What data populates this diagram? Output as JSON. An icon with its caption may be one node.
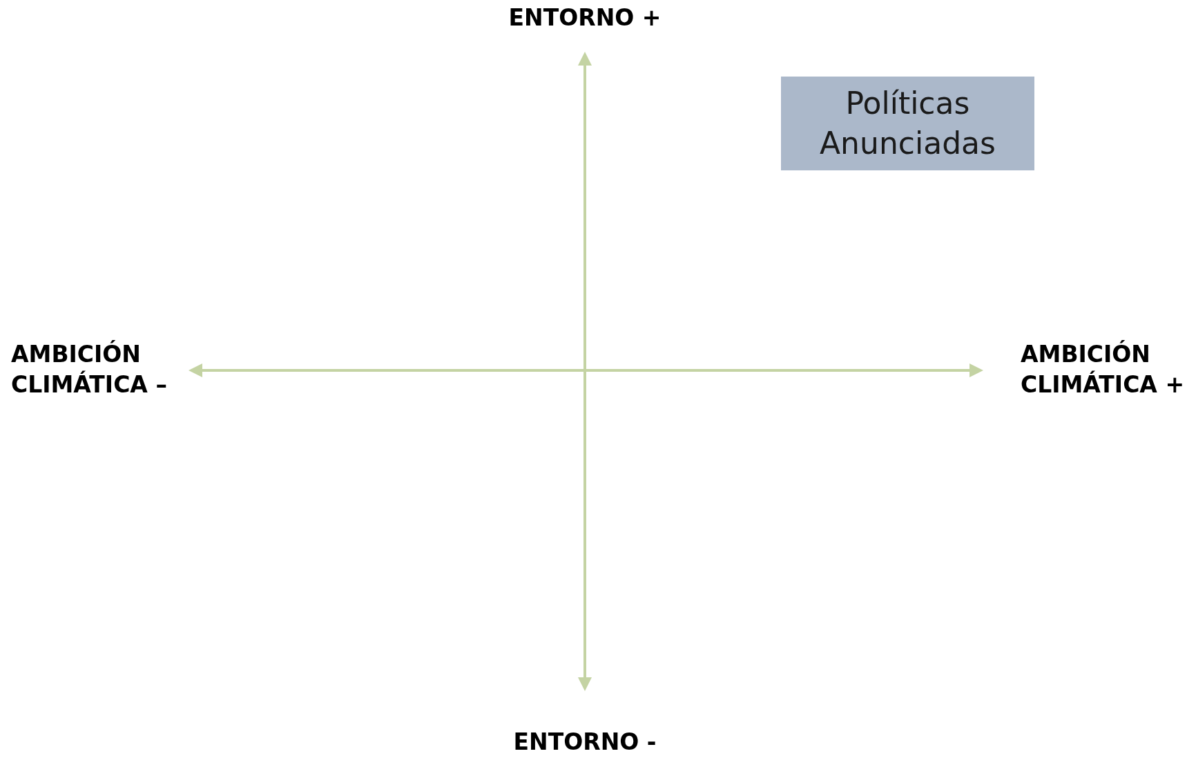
{
  "diagram": {
    "nodes": [
      {
        "text": [
          "Políticas Anunciadas"
        ]
      }
    ],
    "labels": [
      "ENTORNO +",
      "AMBICIÓN CLIMÁTICA –",
      "AMBICIÓN CLIMÁTICA +",
      "ENTORNO -"
    ]
  }
}
